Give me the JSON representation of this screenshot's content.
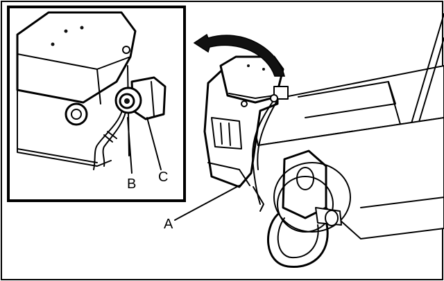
{
  "callouts": {
    "a": "A",
    "b": "B",
    "c": "C"
  },
  "colors": {
    "line": "#000000",
    "background": "#ffffff"
  },
  "icons": {
    "rotation_arrow": "curved-arrow-icon"
  }
}
